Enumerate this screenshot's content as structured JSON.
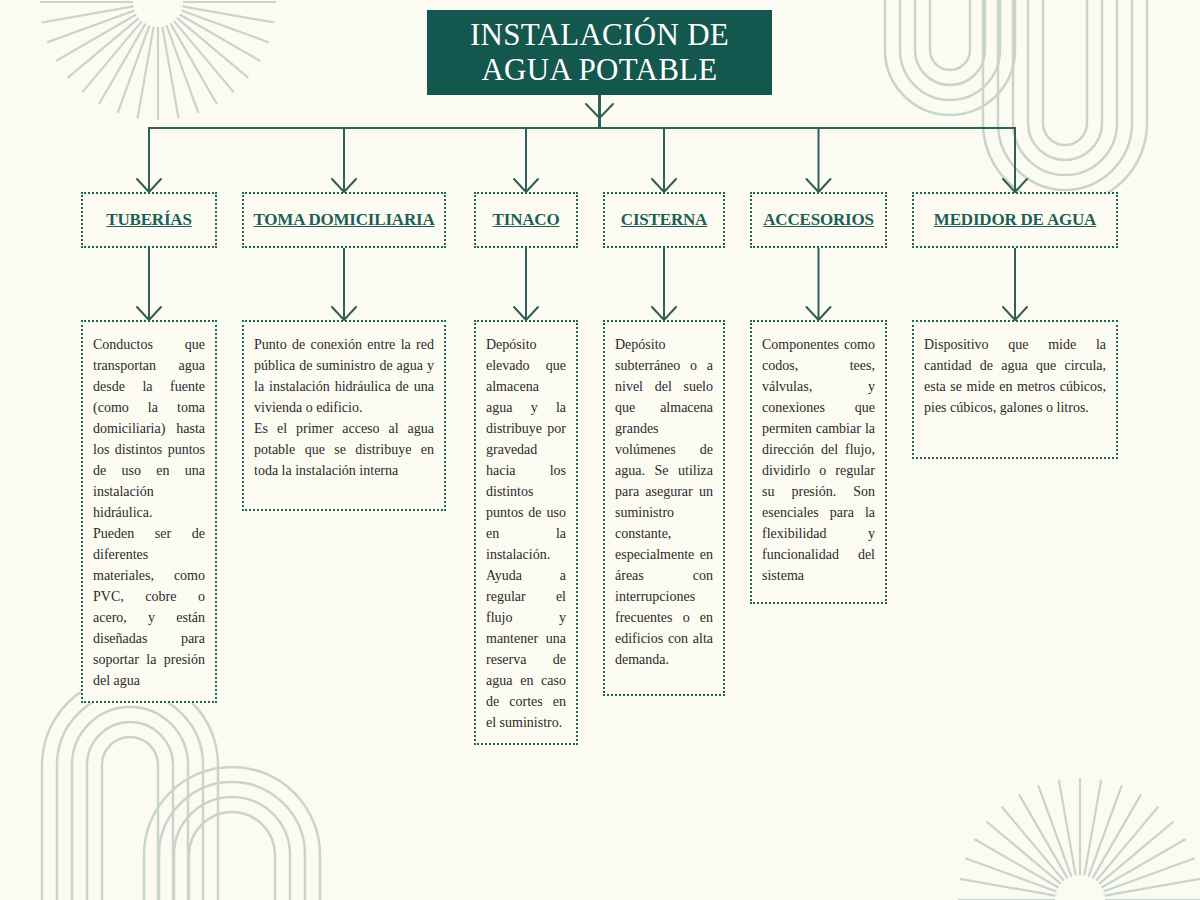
{
  "diagram": {
    "nodes": [
      {
        "text": [
          "INSTALACIÓN DE AGUA POTABLE"
        ]
      },
      {
        "text": [
          "TUBERÍAS"
        ]
      },
      {
        "text": [
          "TOMA DOMICILIARIA"
        ]
      },
      {
        "text": [
          "TINACO"
        ]
      },
      {
        "text": [
          "CISTERNA"
        ]
      },
      {
        "text": [
          "ACCESORIOS"
        ]
      },
      {
        "text": [
          "MEDIDOR DE AGUA"
        ]
      },
      {
        "text": [
          "Conductos que transportan agua desde la fuente (como la toma domiciliaria) hasta los distintos puntos de uso en una instalación hidráulica.",
          "Pueden ser de diferentes materiales, como PVC, cobre o acero, y están diseñadas para soportar la presión del agua"
        ]
      },
      {
        "text": [
          "Punto de conexión entre la red pública de suministro de agua y la instalación hidráulica de una vivienda o edificio.",
          "Es el primer acceso al agua potable que se distribuye en toda la instalación interna"
        ]
      },
      {
        "text": [
          "Depósito elevado que almacena agua y la distribuye por gravedad hacia los distintos puntos de uso en la instalación.",
          "Ayuda a regular el flujo y mantener una reserva de agua en caso de cortes en el suministro."
        ]
      },
      {
        "text": [
          "Depósito subterráneo o a nivel del suelo que almacena grandes volúmenes de agua. Se utiliza para asegurar un suministro constante, especialmente en áreas con interrupciones frecuentes o en edificios con alta demanda."
        ]
      },
      {
        "text": [
          "Componentes como codos, tees, válvulas, y conexiones que permiten cambiar la dirección del flujo, dividirlo o regular su presión. Son esenciales para la flexibilidad y funcionalidad del sistema"
        ]
      },
      {
        "text": [
          "Dispositivo que mide la cantidad de agua que circula, esta se mide en metros cúbicos, pies cúbicos, galones o litros."
        ]
      }
    ],
    "edges": [
      {
        "from": 0,
        "to": 1,
        "arrow": "to"
      },
      {
        "from": 0,
        "to": 2,
        "arrow": "to"
      },
      {
        "from": 0,
        "to": 3,
        "arrow": "to"
      },
      {
        "from": 0,
        "to": 4,
        "arrow": "to"
      },
      {
        "from": 0,
        "to": 5,
        "arrow": "to"
      },
      {
        "from": 0,
        "to": 6,
        "arrow": "to"
      },
      {
        "from": 1,
        "to": 7,
        "arrow": "to"
      },
      {
        "from": 2,
        "to": 8,
        "arrow": "to"
      },
      {
        "from": 3,
        "to": 9,
        "arrow": "to"
      },
      {
        "from": 4,
        "to": 10,
        "arrow": "to"
      },
      {
        "from": 5,
        "to": 11,
        "arrow": "to"
      },
      {
        "from": 6,
        "to": 12,
        "arrow": "to"
      }
    ]
  }
}
